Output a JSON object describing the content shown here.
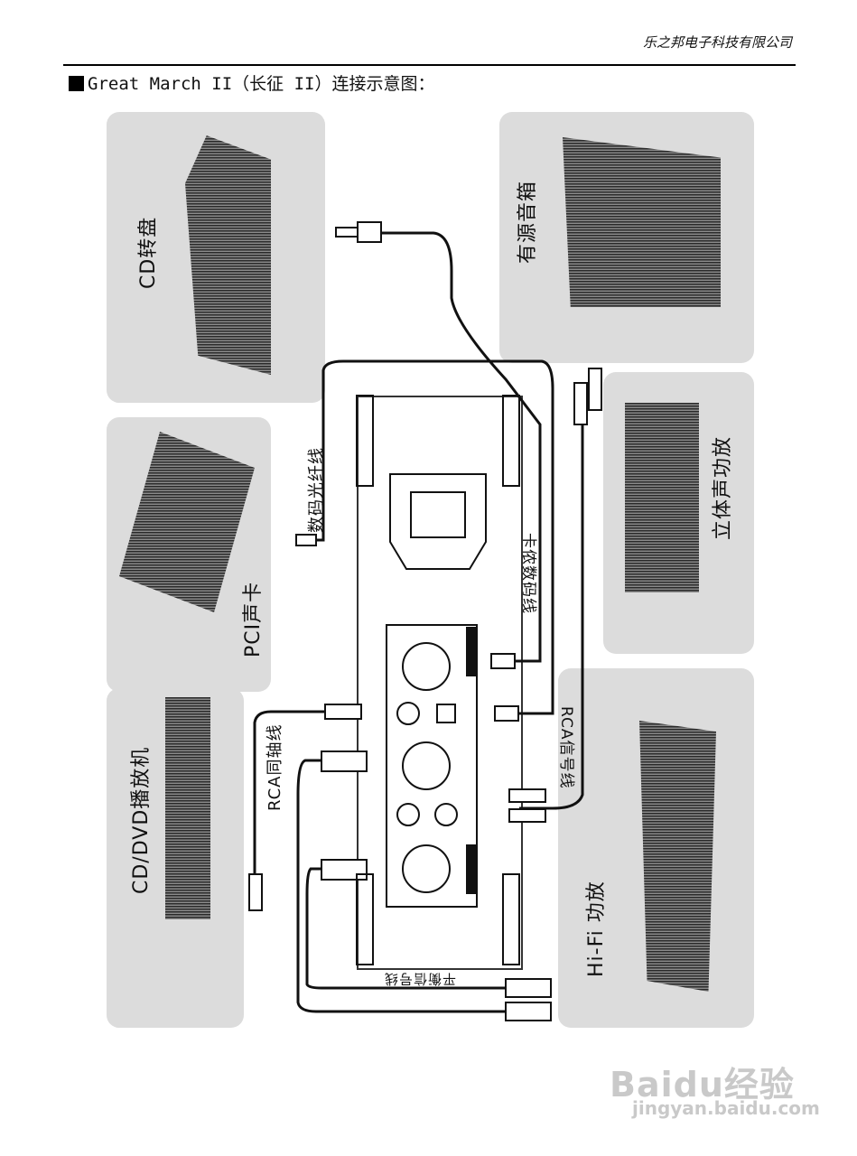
{
  "header": {
    "company": "乐之邦电子科技有限公司",
    "title": "Great March II（长征 II）连接示意图："
  },
  "diagram": {
    "sources": {
      "cd_transport": "CD转盘",
      "pc_sound_card": "PCI声卡",
      "cd_dvd_player": "CD/DVD播放机"
    },
    "outputs": {
      "active_speakers": "有源音箱",
      "stereo_amp": "立体声功放",
      "hifi_amp": "Hi-Fi 功放"
    },
    "cables": {
      "optical": "数码光纤线",
      "balanced": "卡侬数码线",
      "rca_coax": "RCA同轴线",
      "rca_signal": "RCA信号线",
      "balanced_out": "平衡信号线"
    }
  },
  "watermark": {
    "logo": "Baidu经验",
    "url": "jingyan.baidu.com"
  }
}
